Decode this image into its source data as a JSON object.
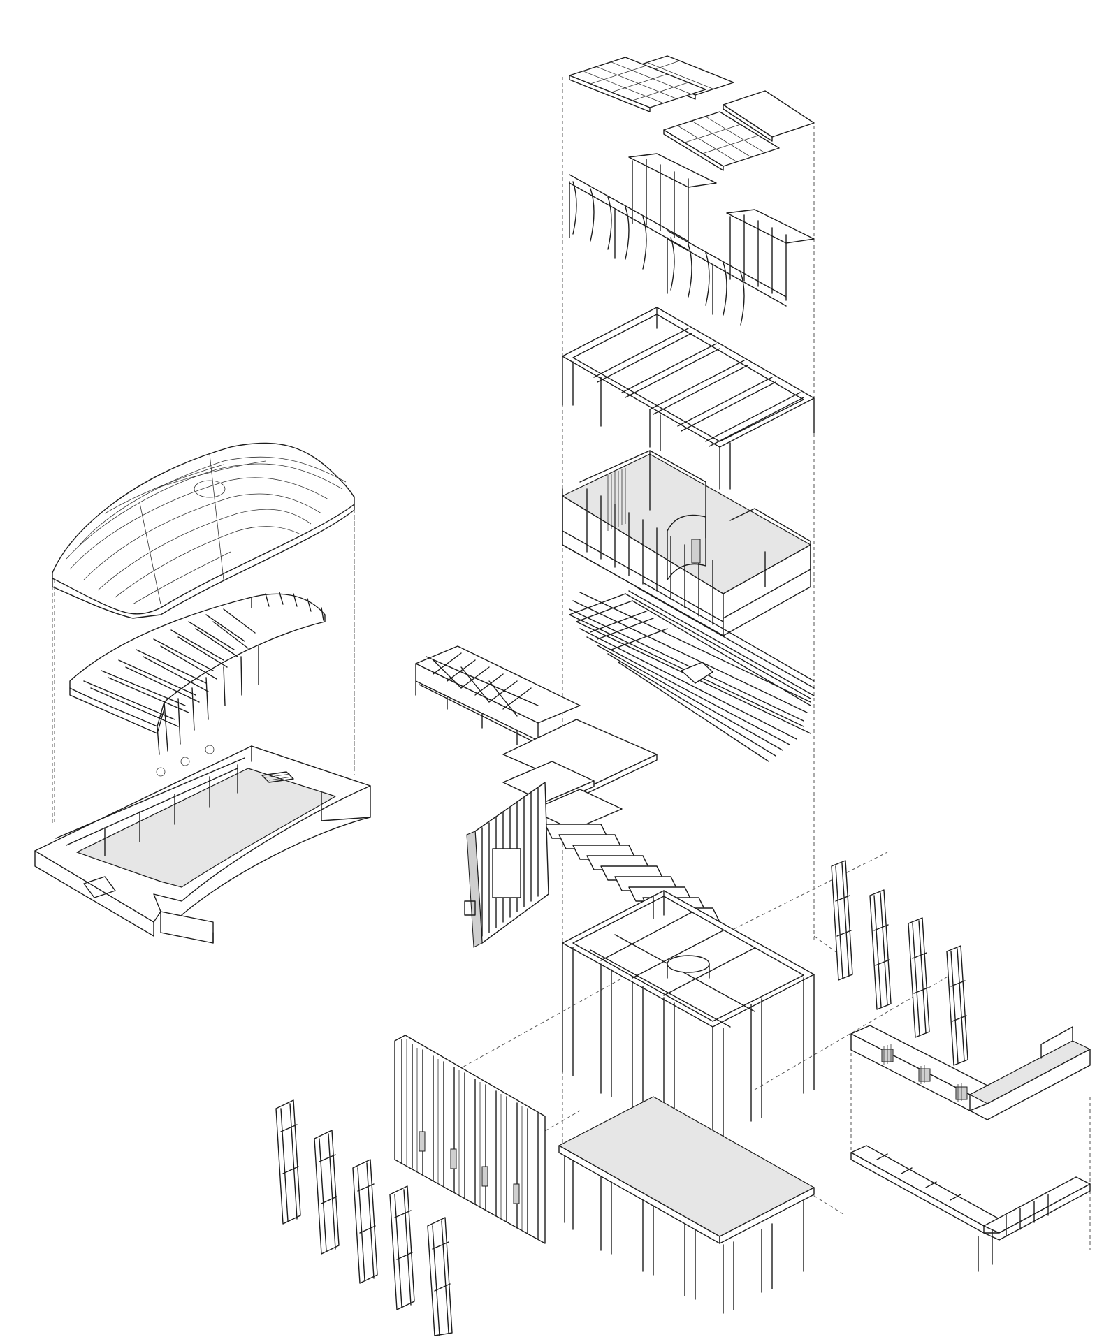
{
  "diagram": {
    "kind": "exploded axonometric architectural drawing",
    "background": "#ffffff",
    "line_color": "#1c1c1c",
    "fill_color": "#e6e6e6",
    "components": {
      "left_stack": [
        "topographic-roof",
        "roof-framing",
        "auditorium-base"
      ],
      "central_stack": [
        "skylight-panels",
        "sawtooth-trusses",
        "roof-beam-grid",
        "upper-floor-rooms",
        "floor-joists",
        "column-frame",
        "ground-slab"
      ],
      "bridge": [
        "truss-bridge",
        "stepped-walkway"
      ],
      "facades": [
        "slatted-wall-panel",
        "slatted-facade",
        "window-panels-left",
        "window-panels-right"
      ],
      "right_wing": [
        "l-shaped-canopy"
      ]
    }
  }
}
